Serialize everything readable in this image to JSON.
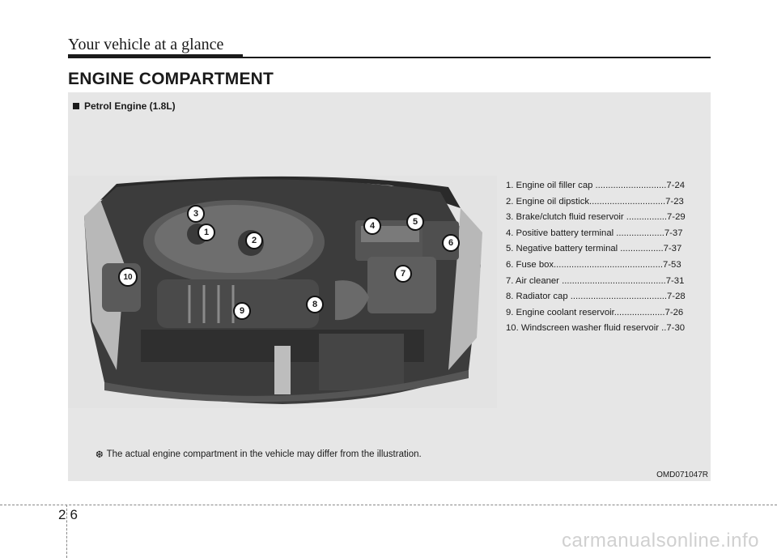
{
  "header": {
    "title": "Your vehicle at a glance"
  },
  "section": {
    "title": "ENGINE COMPARTMENT"
  },
  "panel": {
    "label": "Petrol Engine (1.8L)"
  },
  "callouts": [
    "1",
    "2",
    "3",
    "4",
    "5",
    "6",
    "7",
    "8",
    "9",
    "10"
  ],
  "legend": [
    "1. Engine oil filler cap ............................7-24",
    "2. Engine oil dipstick..............................7-23",
    "3. Brake/clutch fluid reservoir ................7-29",
    "4. Positive battery terminal ...................7-37",
    "5. Negative battery terminal .................7-37",
    "6. Fuse box...........................................7-53",
    "7. Air cleaner .........................................7-31",
    "8. Radiator cap ......................................7-28",
    "9. Engine coolant reservoir....................7-26",
    "10. Windscreen washer fluid reservoir ..7-30"
  ],
  "footnote": {
    "symbol": "❆",
    "text": "The actual engine compartment in the vehicle may differ from the illustration."
  },
  "figure_code": "OMD071047R",
  "page": {
    "chapter": "2",
    "number": "6"
  },
  "watermark": "carmanualsonline.info"
}
